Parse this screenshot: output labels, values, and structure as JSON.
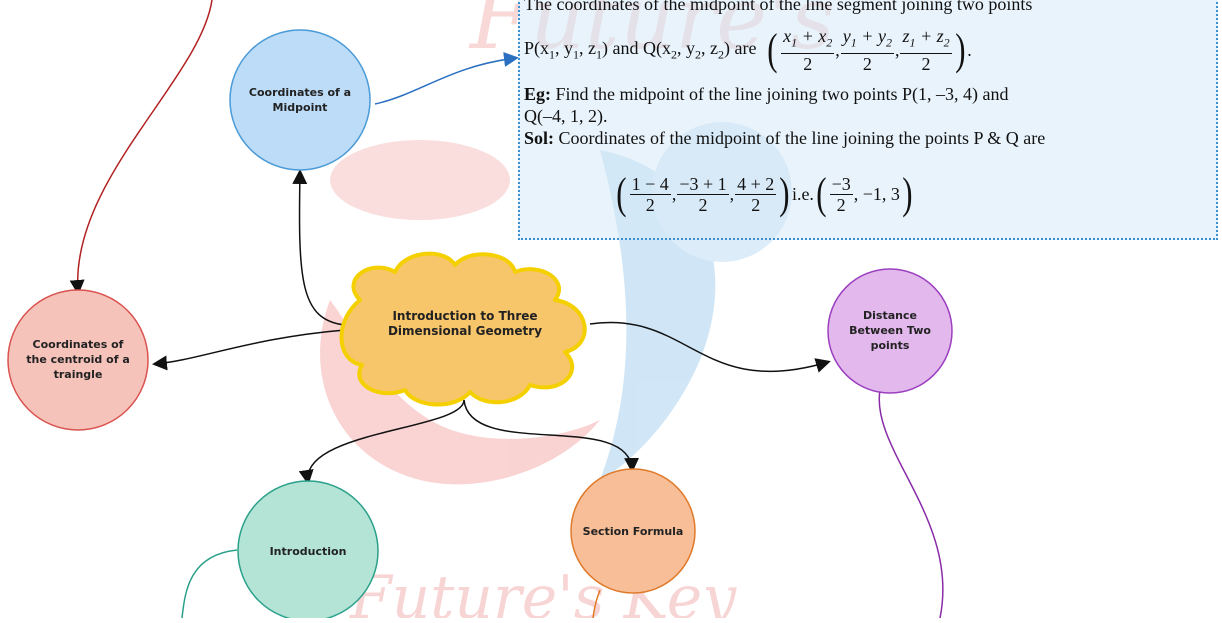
{
  "watermark": {
    "text_top": "Future's",
    "text_bottom": "Future's Key"
  },
  "nodes": {
    "center": "Introduction to Three\nDimensional Geometry",
    "midpoint": "Coordinates of a\nMidpoint",
    "centroid": "Coordinates of\nthe centroid of a\ntraingle",
    "distance": "Distance\nBetween Two\npoints",
    "introduction": "Introduction",
    "section": "Section Formula"
  },
  "note": {
    "line1": "The coordinates of the midpoint of the line segment joining two points",
    "line2_prefix": "P(x",
    "line2_text": "and Q(x",
    "line2_are": "are",
    "eg_label": "Eg:",
    "eg_text": "Find the midpoint of the line joining two points P(1, –3, 4) and",
    "eg_text2": "Q(–4, 1, 2).",
    "sol_label": "Sol:",
    "sol_text": "Coordinates of the midpoint of the line joining the points P & Q are",
    "ie": "i.e.",
    "frac1_num": "1 − 4",
    "frac2_num": "−3 + 1",
    "frac3_num": "4 + 2",
    "den": "2",
    "res_num": "−3",
    "res_rest": ", −1, 3"
  },
  "colors": {
    "center_fill": "#f7c56a",
    "center_stroke": "#f5d000",
    "midpoint_fill": "#bcdcf8",
    "midpoint_stroke": "#4a9ad6",
    "centroid_fill": "#f6c3bb",
    "centroid_stroke": "#d9534f",
    "distance_fill": "#e3b8ec",
    "distance_stroke": "#9b3fc0",
    "intro_fill": "#b3e4d6",
    "intro_stroke": "#2aa08a",
    "section_fill": "#f7be98",
    "section_stroke": "#e07a2a"
  }
}
